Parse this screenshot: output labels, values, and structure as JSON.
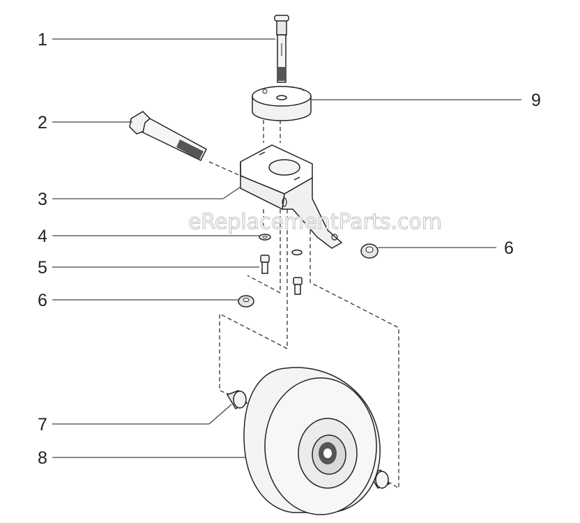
{
  "watermark": "eReplacementParts.com",
  "callouts": [
    {
      "id": "c1",
      "label": "1",
      "part": "shaft-bolt"
    },
    {
      "id": "c2",
      "label": "2",
      "part": "hex-bolt"
    },
    {
      "id": "c3",
      "label": "3",
      "part": "caster-fork"
    },
    {
      "id": "c4",
      "label": "4",
      "part": "washer"
    },
    {
      "id": "c5",
      "label": "5",
      "part": "screw"
    },
    {
      "id": "c6a",
      "label": "6",
      "part": "nut-left"
    },
    {
      "id": "c6b",
      "label": "6",
      "part": "nut-right"
    },
    {
      "id": "c7",
      "label": "7",
      "part": "bushing"
    },
    {
      "id": "c8",
      "label": "8",
      "part": "wheel"
    },
    {
      "id": "c9",
      "label": "9",
      "part": "mount-plate"
    }
  ],
  "colors": {
    "line": "#222222",
    "part_fill": "#f2f2f2",
    "tread": "#f4f4f4",
    "hub": "#555555"
  }
}
